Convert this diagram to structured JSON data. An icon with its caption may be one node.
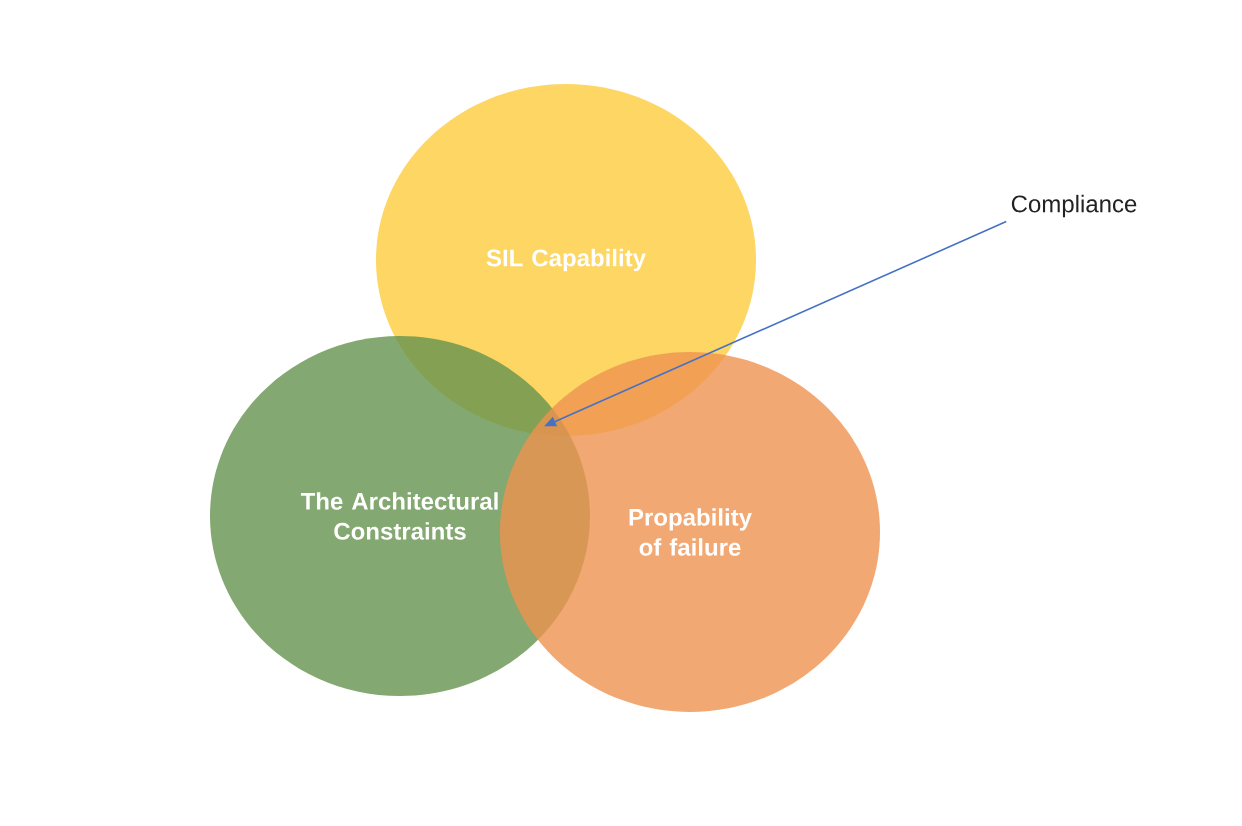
{
  "diagram": {
    "nodes": [
      {
        "text": [
          "SIL Capability"
        ]
      },
      {
        "text": [
          "The Architectural Constraints"
        ]
      },
      {
        "text": [
          "Propability of failure"
        ]
      },
      {
        "text": [
          "Compliance"
        ]
      }
    ],
    "edges": [
      {
        "from": 3,
        "to": 0,
        "arrow": "to"
      }
    ]
  }
}
